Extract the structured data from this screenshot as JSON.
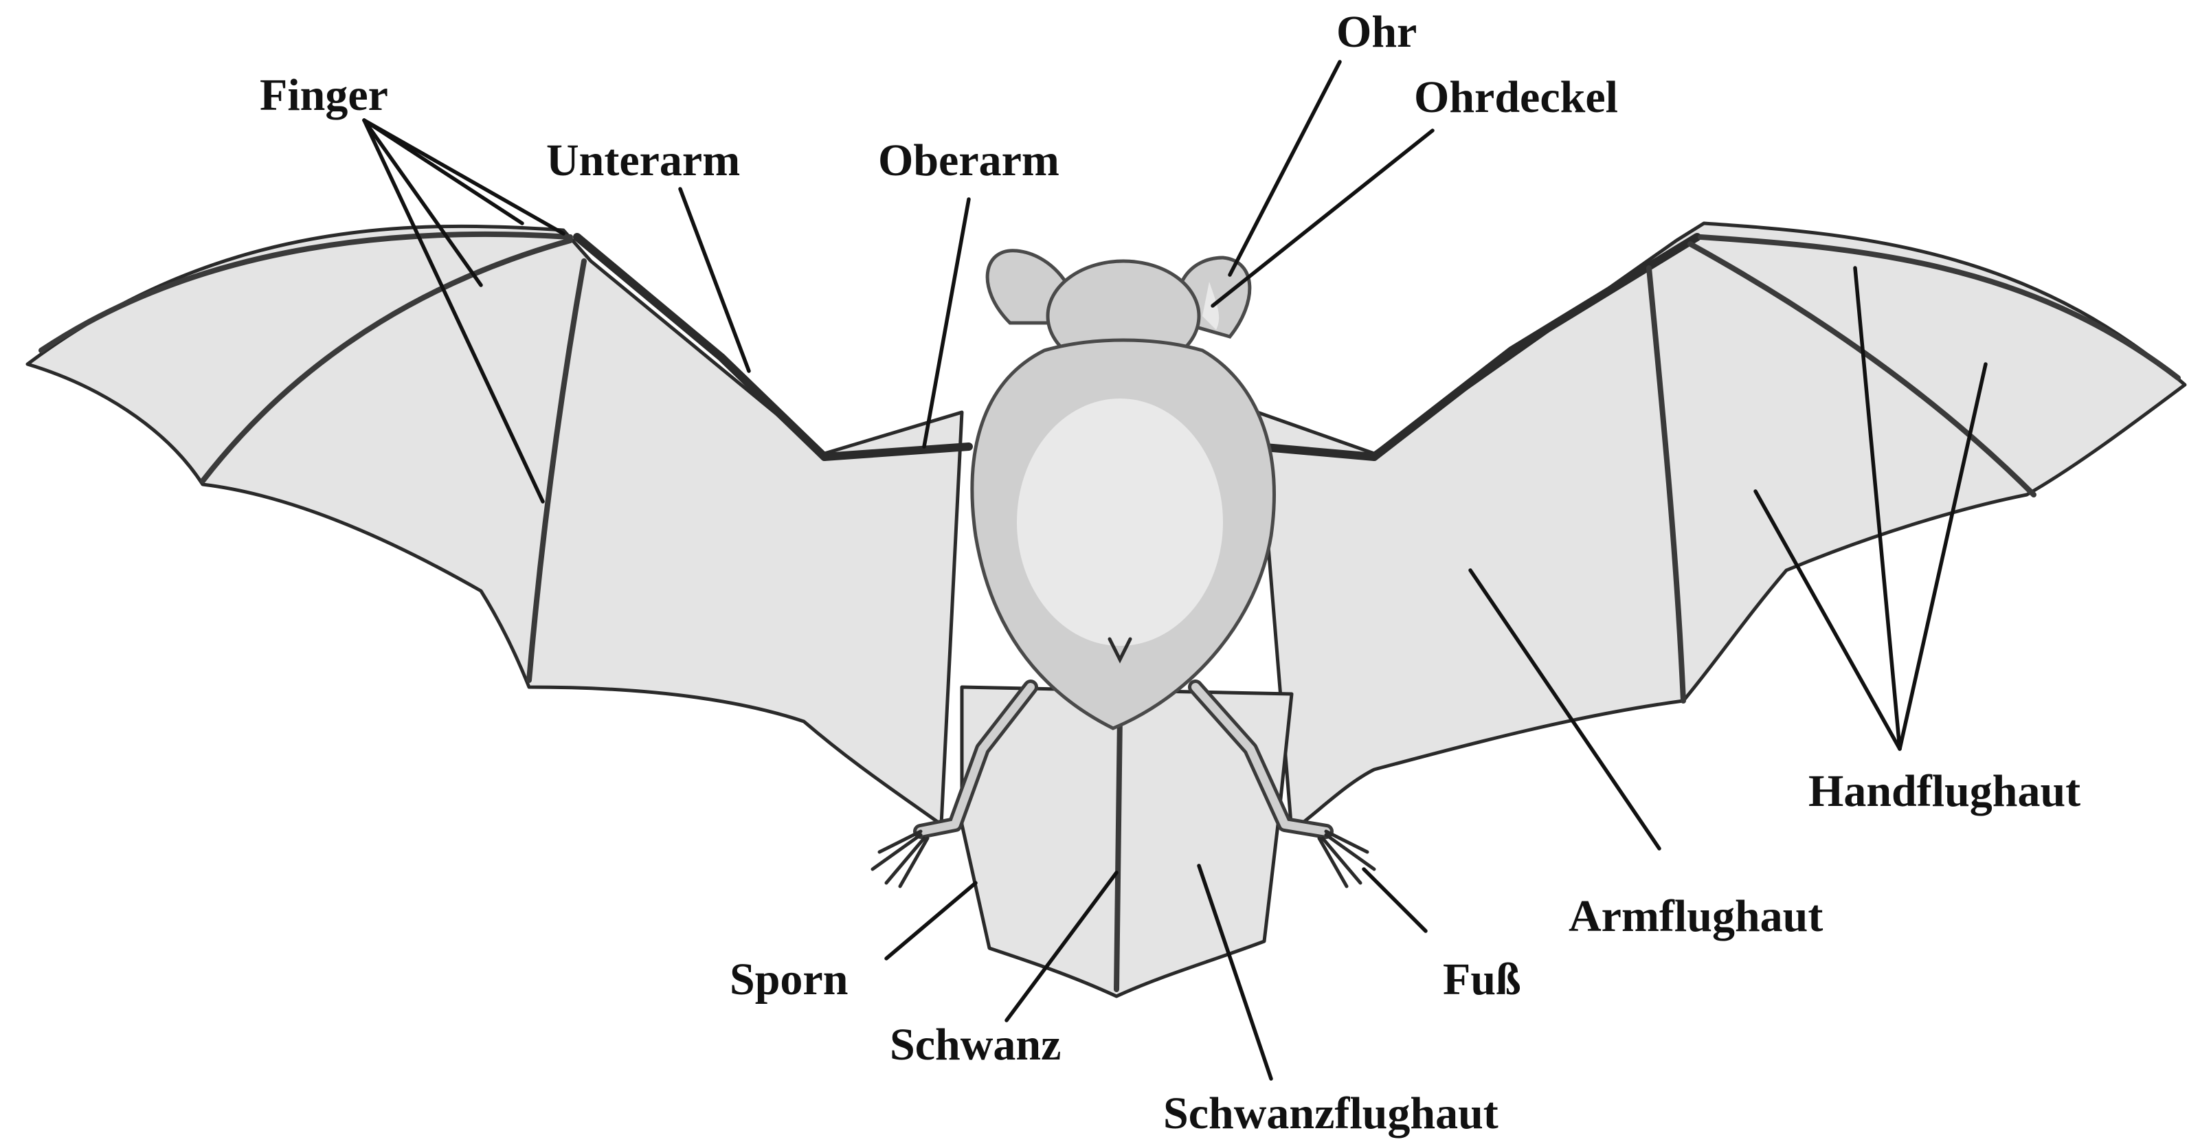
{
  "labels": {
    "finger": "Finger",
    "unterarm": "Unterarm",
    "oberarm": "Oberarm",
    "ohr": "Ohr",
    "ohrdeckel": "Ohrdeckel",
    "handflughaut": "Handflughaut",
    "armflughaut": "Armflughaut",
    "sporn": "Sporn",
    "schwanz": "Schwanz",
    "fuss": "Fuß",
    "schwanzflughaut": "Schwanzflughaut"
  }
}
